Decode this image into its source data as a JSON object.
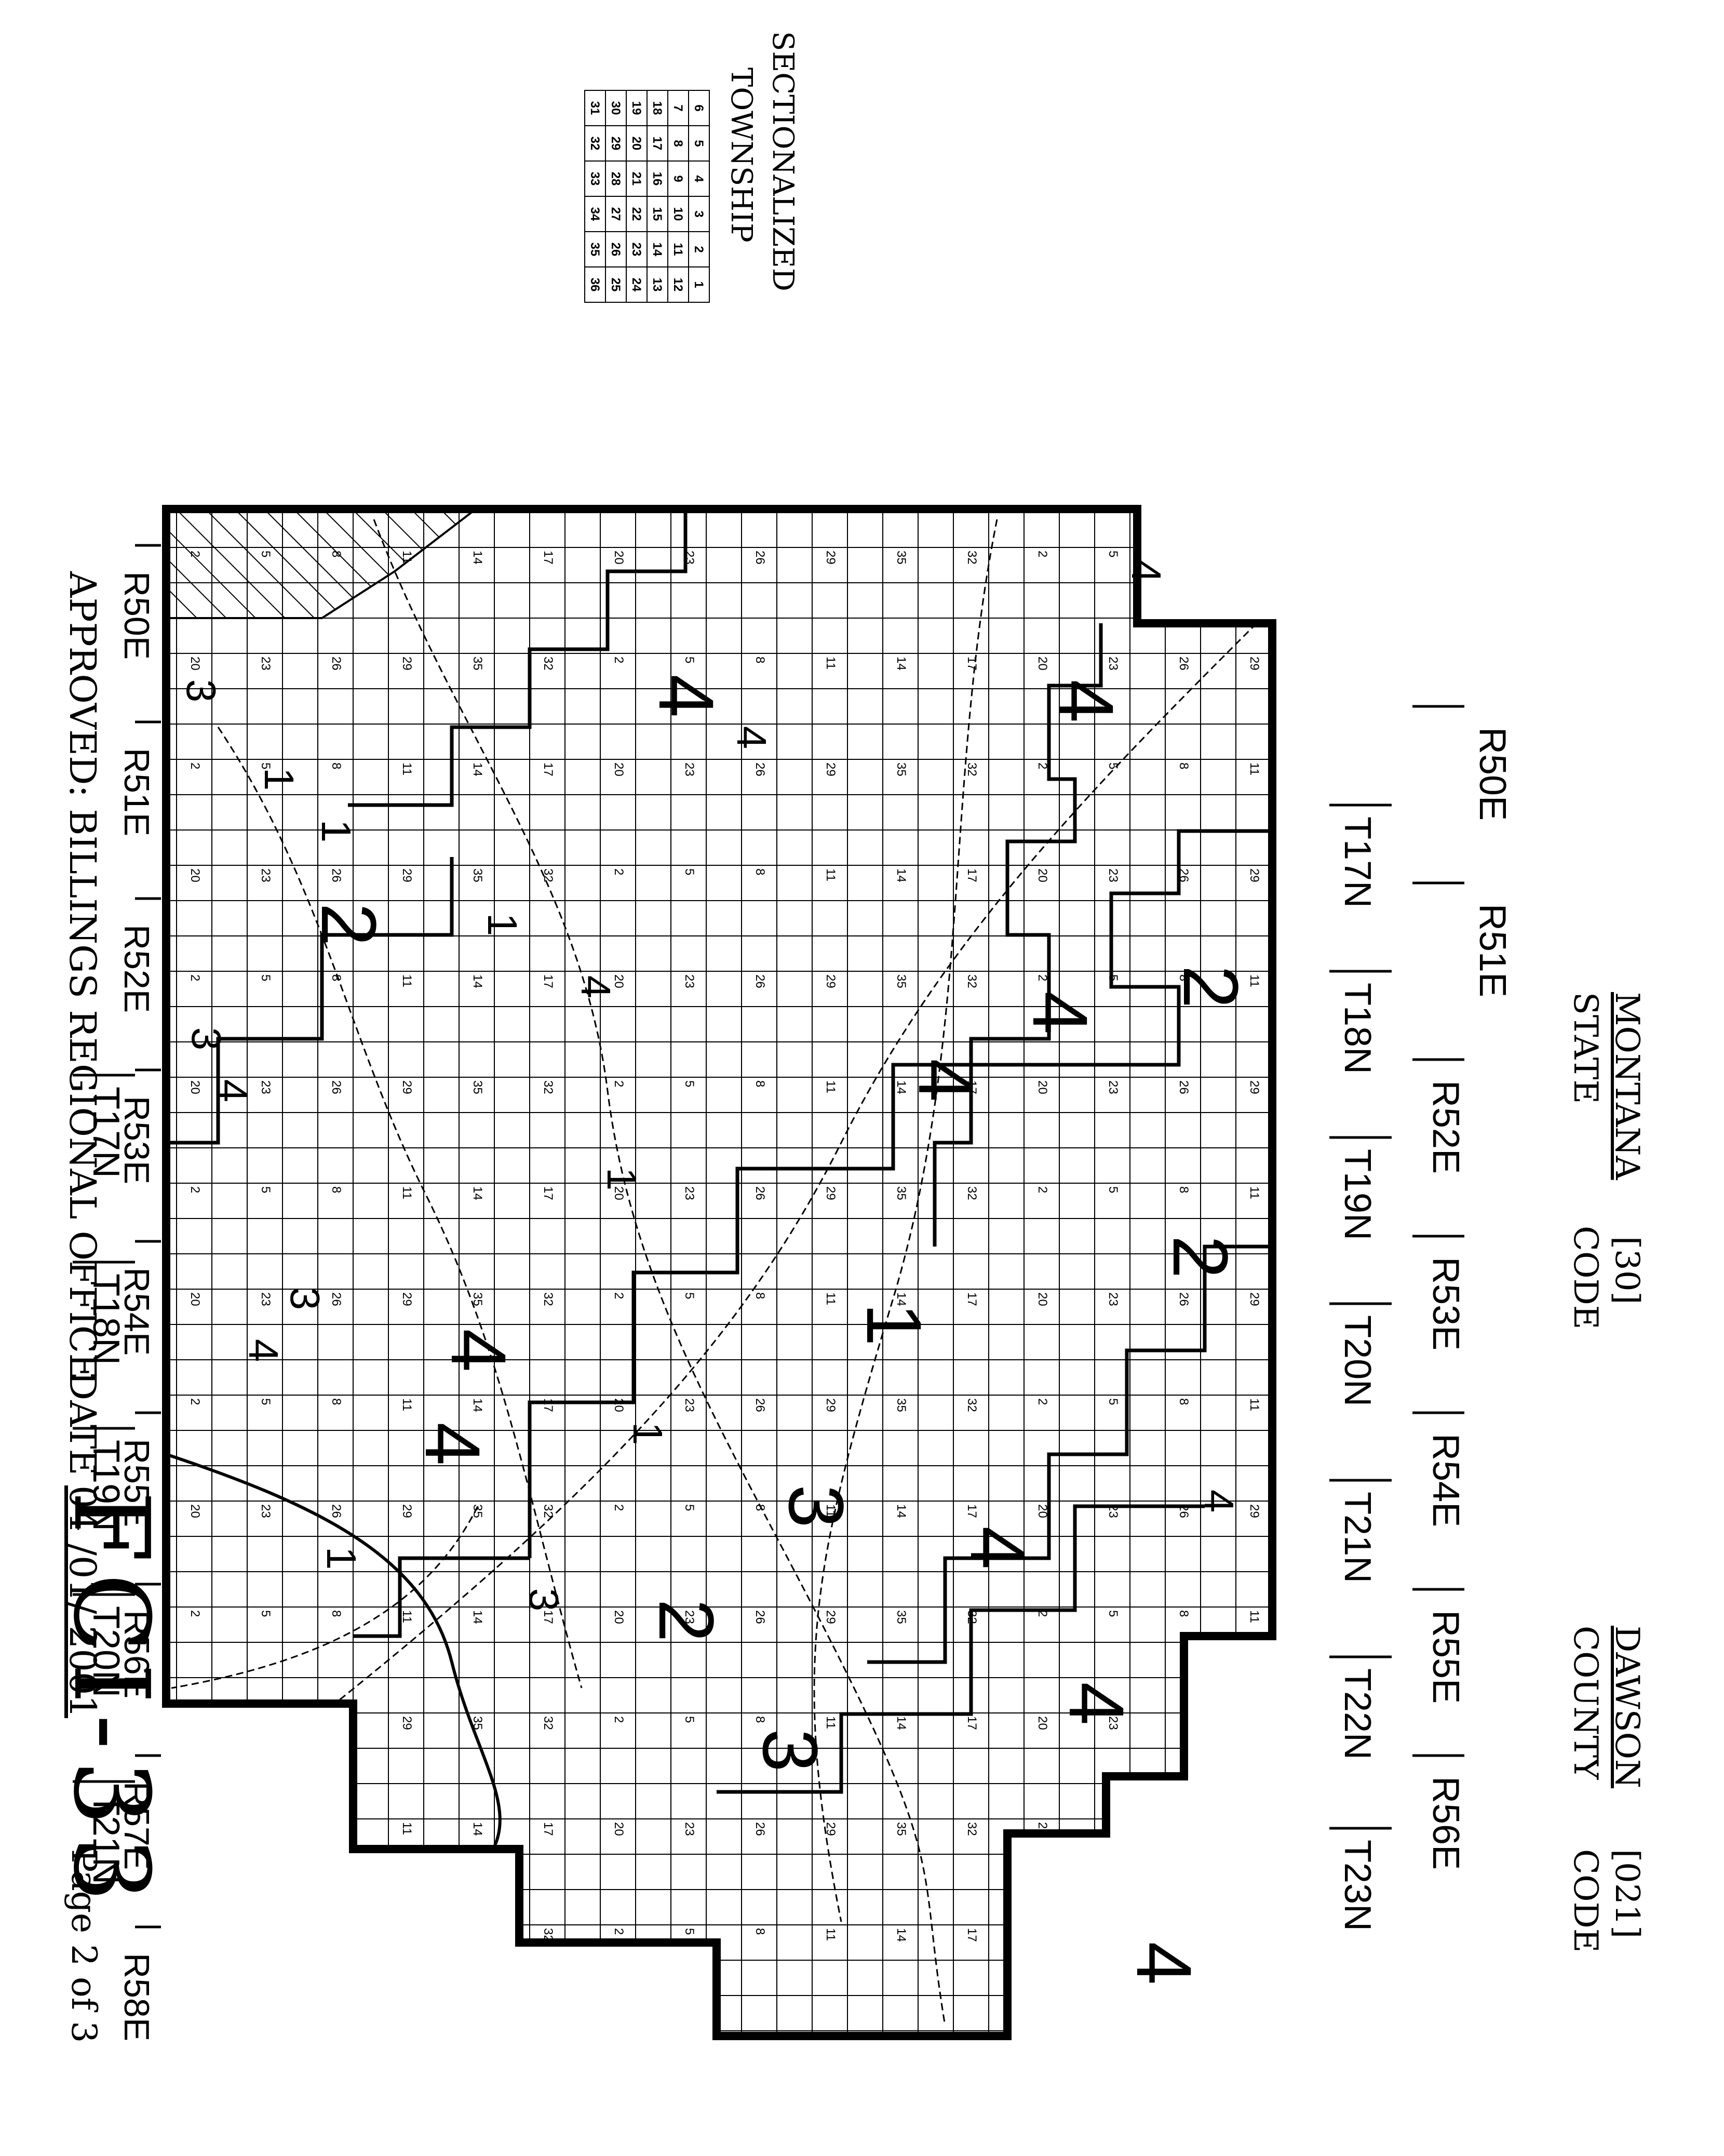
{
  "header": {
    "form_id": "FCI-33",
    "state_name": "MONTANA",
    "state_label": "STATE",
    "state_code_label": "CODE",
    "state_code": "[30]",
    "county_name": "DAWSON",
    "county_label": "COUNTY",
    "county_code_label": "CODE",
    "county_code": "[021]"
  },
  "inset": {
    "title_line1": "SECTIONALIZED",
    "title_line2": "TOWNSHIP",
    "rows": [
      [
        "6",
        "5",
        "4",
        "3",
        "2",
        "1"
      ],
      [
        "7",
        "8",
        "9",
        "10",
        "11",
        "12"
      ],
      [
        "18",
        "17",
        "16",
        "15",
        "14",
        "13"
      ],
      [
        "19",
        "20",
        "21",
        "22",
        "23",
        "24"
      ],
      [
        "30",
        "29",
        "28",
        "27",
        "26",
        "25"
      ],
      [
        "31",
        "32",
        "33",
        "34",
        "35",
        "36"
      ]
    ]
  },
  "ranges": [
    "R50E",
    "R51E",
    "R52E",
    "R53E",
    "R54E",
    "R55E",
    "R56E",
    "R57E",
    "R58E"
  ],
  "ranges_top": [
    "R50E",
    "R51E",
    "R52E",
    "R53E",
    "R54E",
    "R55E",
    "R56E"
  ],
  "townships_left": [
    "T23N",
    "T22N",
    "T21N",
    "T20N",
    "T19N",
    "T18N",
    "T17N"
  ],
  "townships_right": [
    "T21N",
    "T20N",
    "T19N",
    "T18N",
    "T17N"
  ],
  "zone_labels": [
    "4",
    "4",
    "4",
    "2",
    "2",
    "4",
    "1",
    "4",
    "3",
    "3",
    "2",
    "4",
    "2",
    "4",
    "4",
    "4",
    "1",
    "4",
    "4",
    "1",
    "3",
    "3",
    "4",
    "1",
    "3",
    "4",
    "1",
    "4",
    "1",
    "3",
    "4",
    "1"
  ],
  "section_labels": [
    "32",
    "35",
    "29",
    "26",
    "23",
    "20",
    "17",
    "14",
    "11",
    "8",
    "5",
    "2"
  ],
  "footer": {
    "approved_text": "APPROVED: BILLINGS REGIONAL OFFICE",
    "date_label": "DATE",
    "date_value": "04 /01/ 2001",
    "page_text": "Page 2 of 3"
  }
}
